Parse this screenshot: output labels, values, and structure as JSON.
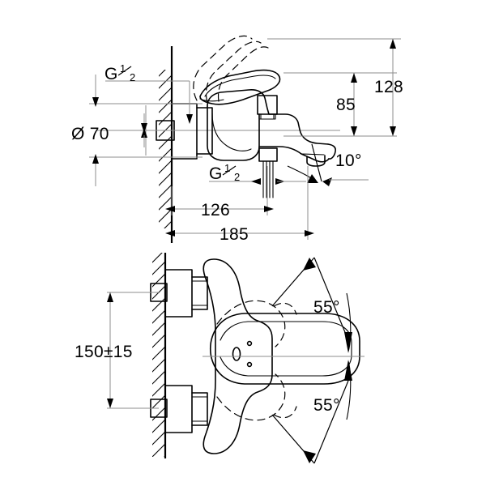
{
  "drawing": {
    "title": "Bath/Shower Mixer Technical Dimension Drawing",
    "background_color": "#ffffff",
    "line_color": "#000000",
    "dimension_color": "#8c8c8c",
    "views": [
      {
        "name": "side-elevation-view",
        "position": "top"
      },
      {
        "name": "front-elevation-view",
        "position": "bottom"
      }
    ]
  },
  "top_view": {
    "name": "side-elevation-view",
    "dimensions": {
      "thread_upper_label": "G",
      "thread_upper_num": "1",
      "thread_upper_den": "2",
      "escutcheon_diameter": "Ø 70",
      "thread_lower_label": "G",
      "thread_lower_num": "1",
      "thread_lower_den": "2",
      "height_total": "128",
      "height_spout": "85",
      "depth_body": "126",
      "depth_total": "185",
      "spout_angle": "10°"
    }
  },
  "bottom_view": {
    "name": "front-elevation-view",
    "dimensions": {
      "inlet_spacing": "150±15",
      "lever_angle_up": "55°",
      "lever_angle_down": "55°"
    }
  }
}
